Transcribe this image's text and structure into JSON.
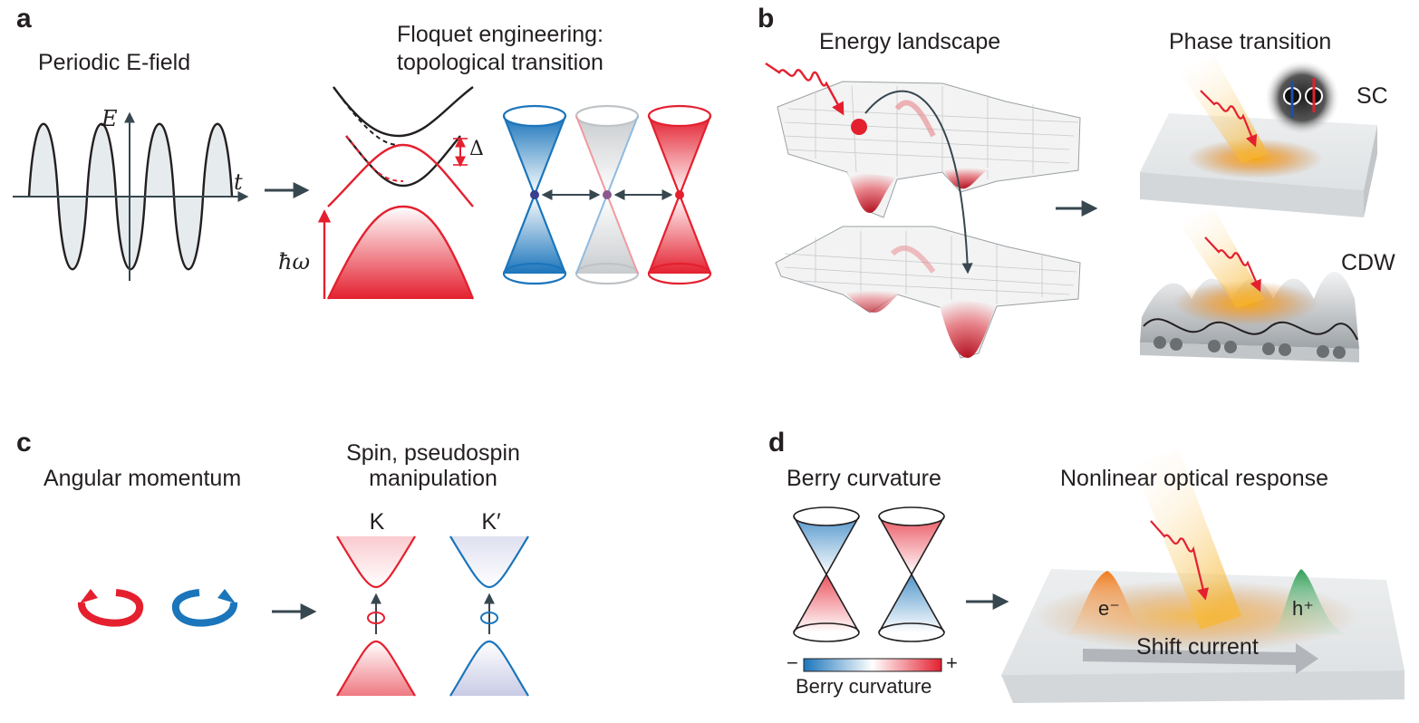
{
  "panels": {
    "a": {
      "letter": "a",
      "title_left": "Periodic E-field",
      "title_right_line1": "Floquet engineering:",
      "title_right_line2": "topological transition",
      "axis_e": "E",
      "axis_t": "t",
      "gap_label": "Δ",
      "photon_label": "ħω"
    },
    "b": {
      "letter": "b",
      "title_left": "Energy landscape",
      "title_right": "Phase transition",
      "sc_label": "SC",
      "cdw_label": "CDW"
    },
    "c": {
      "letter": "c",
      "title_left": "Angular momentum",
      "title_right_line1": "Spin, pseudospin",
      "title_right_line2": "manipulation",
      "valley_k": "K",
      "valley_kp": "K′"
    },
    "d": {
      "letter": "d",
      "title_left": "Berry curvature",
      "title_right": "Nonlinear optical response",
      "scale_minus": "−",
      "scale_plus": "+",
      "scale_label": "Berry curvature",
      "electron_label": "e⁻",
      "hole_label": "h⁺",
      "current_label": "Shift current"
    }
  },
  "colors": {
    "red": "#e4202f",
    "blue": "#1b75bb",
    "dark": "#37474f",
    "gray": "#bfc3c6"
  }
}
